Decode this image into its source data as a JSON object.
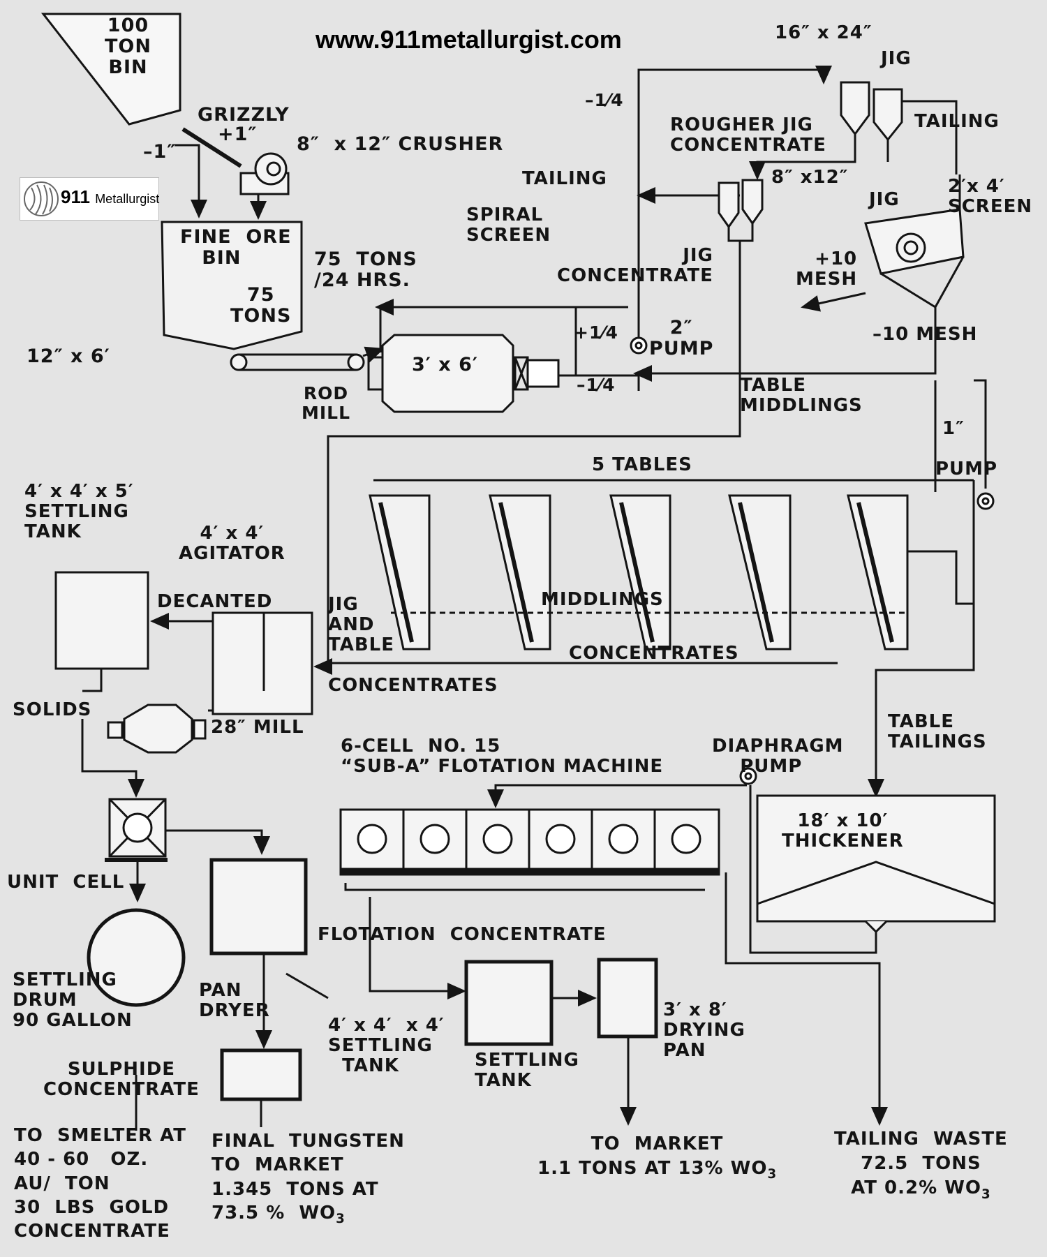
{
  "site_url": "www.911metallurgist.com",
  "logo": {
    "brand": "911",
    "name": "Metallurgist"
  },
  "labels": {
    "bin_100": "100\nTON\nBIN",
    "grizzly": "GRIZZLY",
    "plus_one": "+1″",
    "minus_one": "–1″",
    "crusher": "8″  x 12″ CRUSHER",
    "fine_ore_bin": "FINE  ORE\n   BIN",
    "fine_ore_tons": "75\nTONS",
    "spiral_screen": "SPIRAL\nSCREEN",
    "rate": "75  TONS\n/24 HRS.",
    "size_12x6": "12″ x 6′",
    "rod_mill": "ROD\nMILL",
    "mill_size": "3′ x 6′",
    "plus_quarter": "+1⁄4",
    "minus_quarter_mill": "–1⁄4",
    "minus_quarter_top": "–1⁄4",
    "pump_2": "2″\nPUMP",
    "tailing_left": "TAILING",
    "jig_concentrate": "JIG\nCONCENTRATE",
    "jig_16x24": "16″ x 24″",
    "jig_label_top": "JIG",
    "rougher": "ROUGHER JIG\nCONCENTRATE",
    "tailing_right": "TAILING",
    "jig_8x12": "8″ x12″",
    "jig_label_mid": "JIG",
    "screen_2x4": "2′x 4′\nSCREEN",
    "plus_10": "+10\nMESH",
    "minus_10": "–10 MESH",
    "table_middlings": "TABLE\nMIDDLINGS",
    "pump_1": "1″",
    "pump_1_label": "PUMP",
    "five_tables": "5 TABLES",
    "middlings": "MIDDLINGS",
    "concentrates": "CONCENTRATES",
    "jig_table": "JIG\nAND\nTABLE",
    "jig_table_conc": "CONCENTRATES",
    "settling_tank_top": "4′ x 4′ x 5′\nSETTLING\nTANK",
    "agitator": "4′ x 4′\nAGITATOR",
    "decanted": "DECANTED",
    "solids": "SOLIDS",
    "mill_28": "28″ MILL",
    "flotation_machine": "6-CELL  NO. 15\n“SUB-A” FLOTATION MACHINE",
    "diaphragm_pump": "DIAPHRAGM\n    PUMP",
    "table_tailings": "TABLE\nTAILINGS",
    "thickener": "18′ x 10′\nTHICKENER",
    "unit_cell": "UNIT  CELL",
    "settling_drum": "SETTLING\nDRUM\n90 GALLON",
    "flotation_concentrate": "FLOTATION  CONCENTRATE",
    "pan_dryer": "PAN\nDRYER",
    "settling_tank_444": "4′ x 4′  x 4′\nSETTLING\n  TANK",
    "settling_tank_low": "SETTLING\nTANK",
    "drying_pan": "3′ x 8′\nDRYING\nPAN",
    "sulphide_concentrate": "SULPHIDE\nCONCENTRATE",
    "to_smelter": "TO  SMELTER AT\n40 - 60   OZ.\nAU/  TON\n30  LBS  GOLD\nCONCENTRATE",
    "final_tungsten": "FINAL  TUNGSTEN\nTO  MARKET\n1.345  TONS AT\n73.5 %  WO",
    "wo3_sub_a": "3",
    "to_market": "TO  MARKET\n1.1 TONS AT 13% WO",
    "wo3_sub_b": "3",
    "tailing_waste": "TAILING  WASTE\n72.5  TONS\nAT 0.2% WO",
    "wo3_sub_c": "3"
  },
  "colors": {
    "paper": "#e4e4e4",
    "ink": "#141414",
    "fill": "#f4f4f4"
  }
}
